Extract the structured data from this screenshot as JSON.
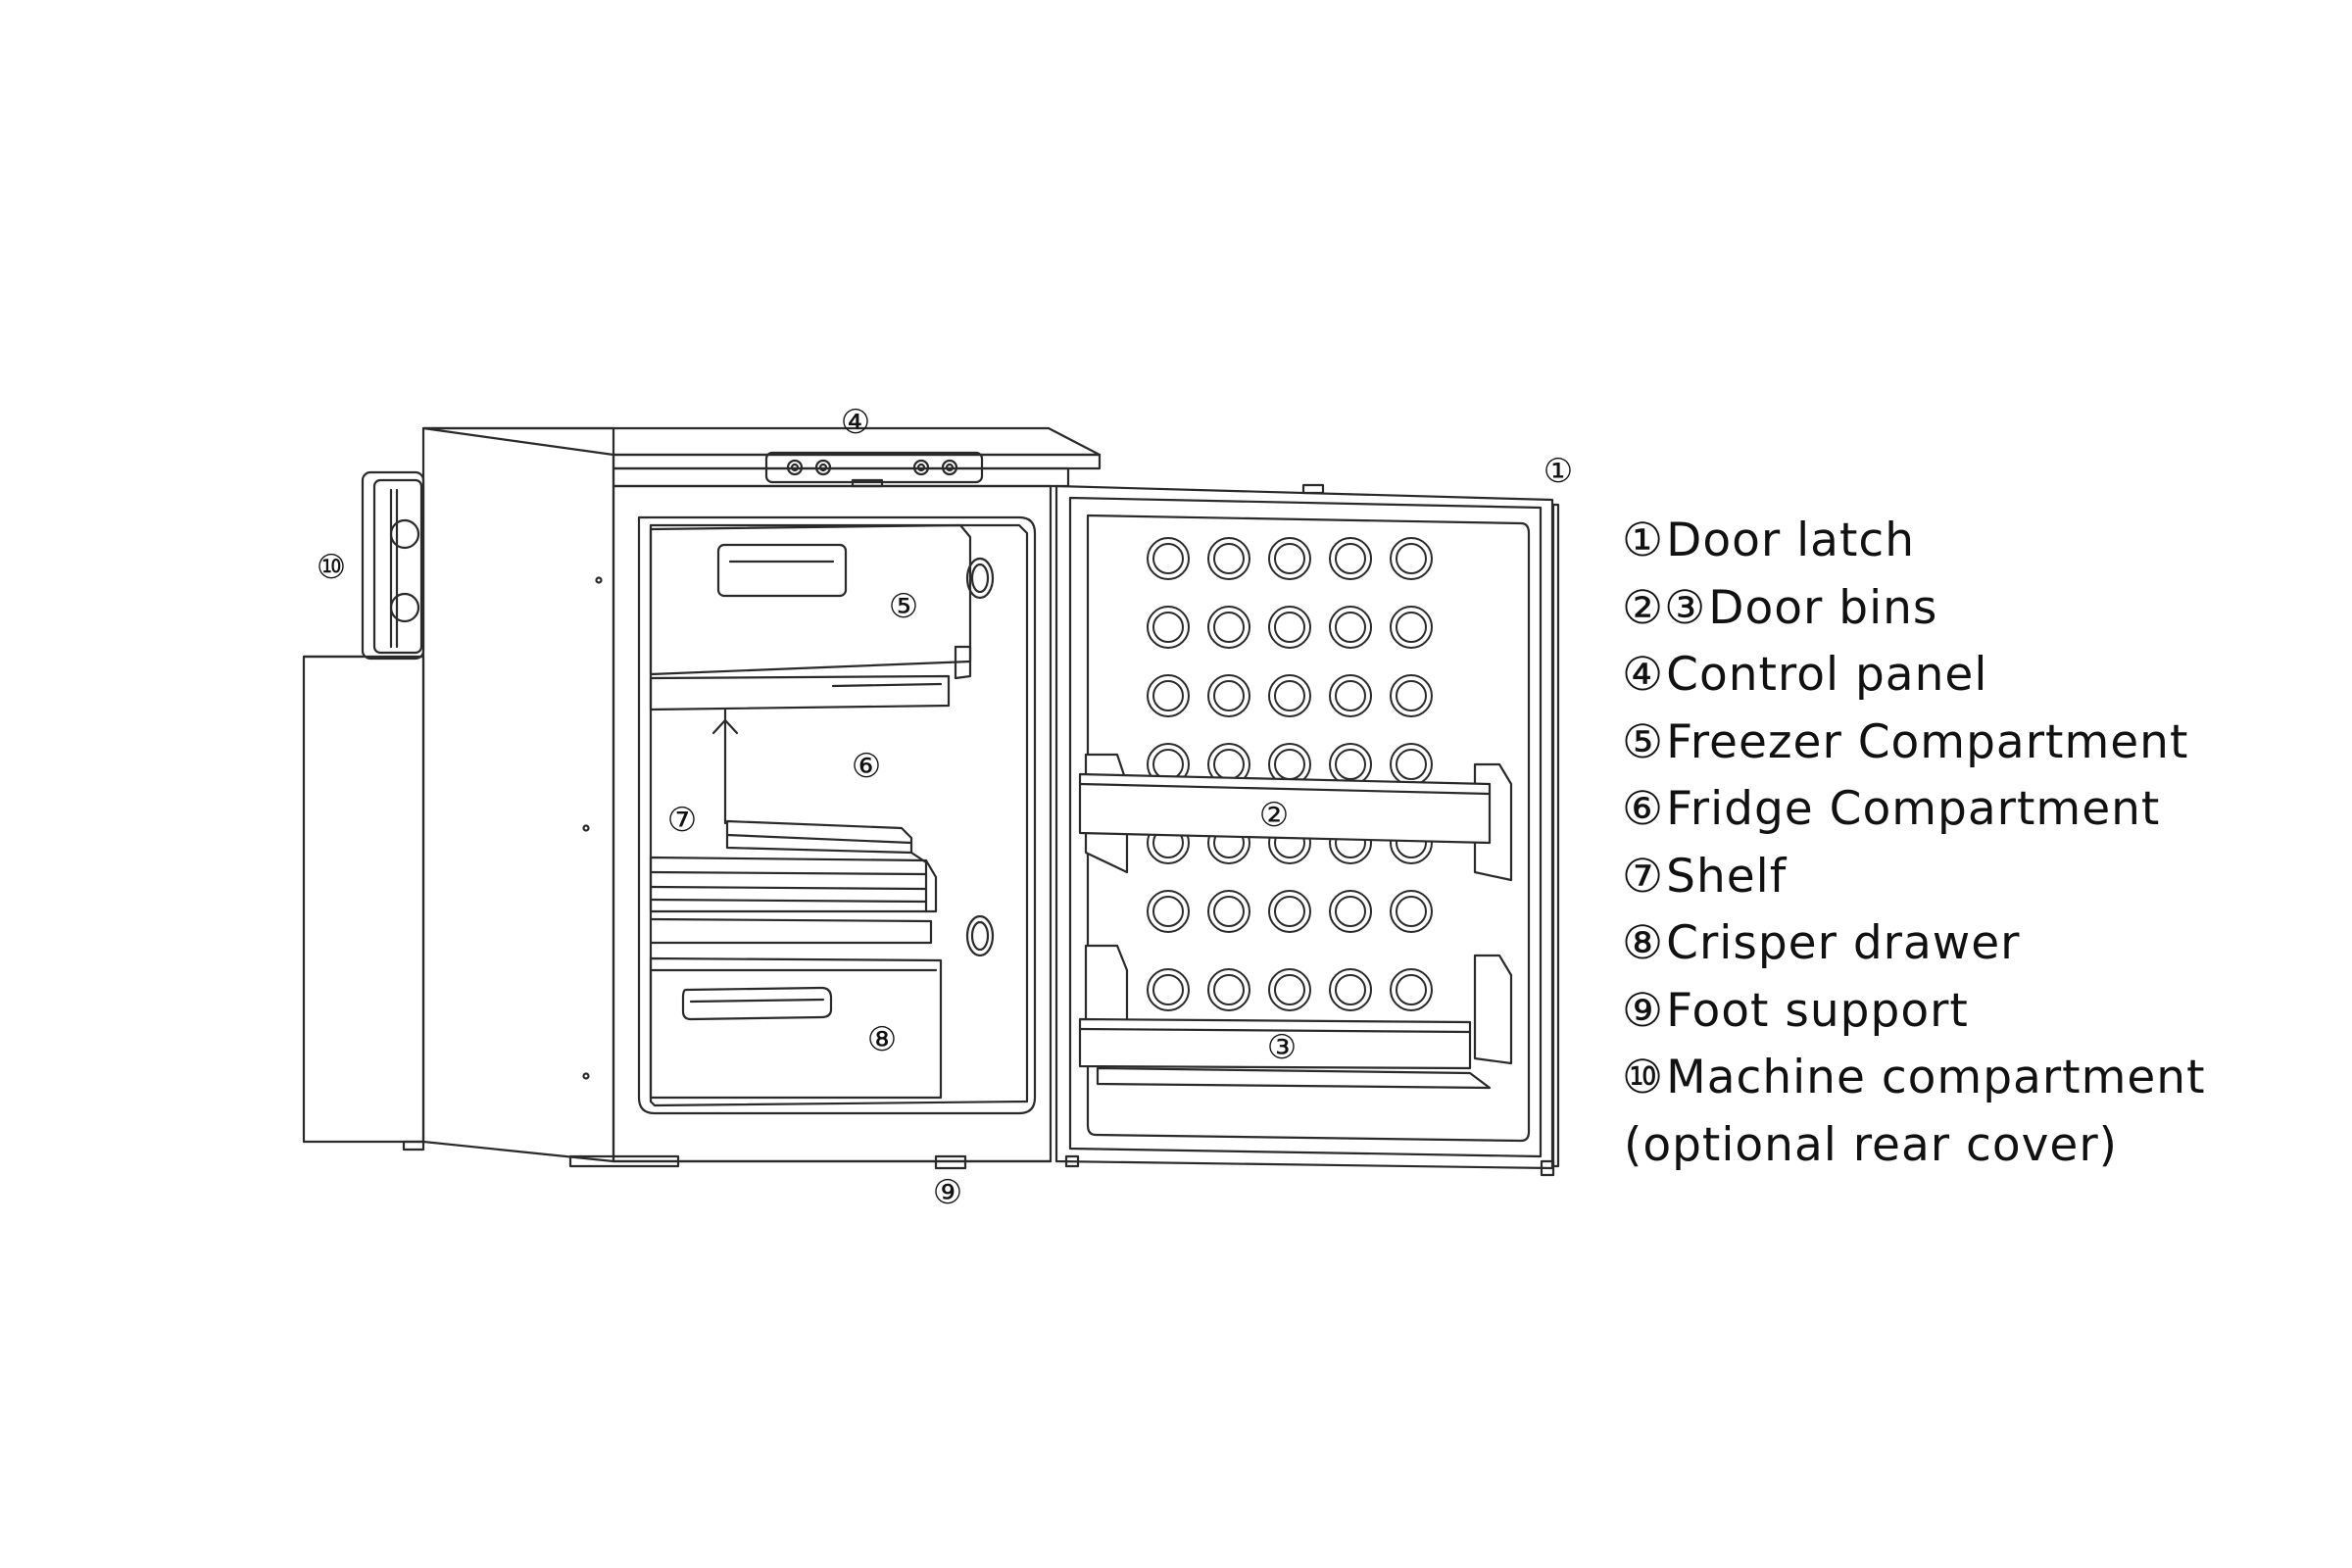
{
  "callouts": {
    "c1": "①",
    "c2": "②",
    "c3": "③",
    "c4": "④",
    "c5": "⑤",
    "c6": "⑥",
    "c7": "⑦",
    "c8": "⑧",
    "c9": "⑨",
    "c10": "⑩"
  },
  "legend": [
    {
      "num": "①",
      "text": "Door latch"
    },
    {
      "num": "②③",
      "text": "Door bins"
    },
    {
      "num": "④",
      "text": "Control panel"
    },
    {
      "num": "⑤",
      "text": "Freezer Compartment"
    },
    {
      "num": "⑥",
      "text": "Fridge Compartment"
    },
    {
      "num": "⑦",
      "text": "Shelf"
    },
    {
      "num": "⑧",
      "text": "Crisper drawer"
    },
    {
      "num": "⑨",
      "text": "Foot support"
    },
    {
      "num": "⑩",
      "text": "Machine compartment"
    },
    {
      "num": "",
      "text": "(optional rear cover)"
    }
  ],
  "colors": {
    "line": "#2a2a2a",
    "background": "#ffffff"
  }
}
